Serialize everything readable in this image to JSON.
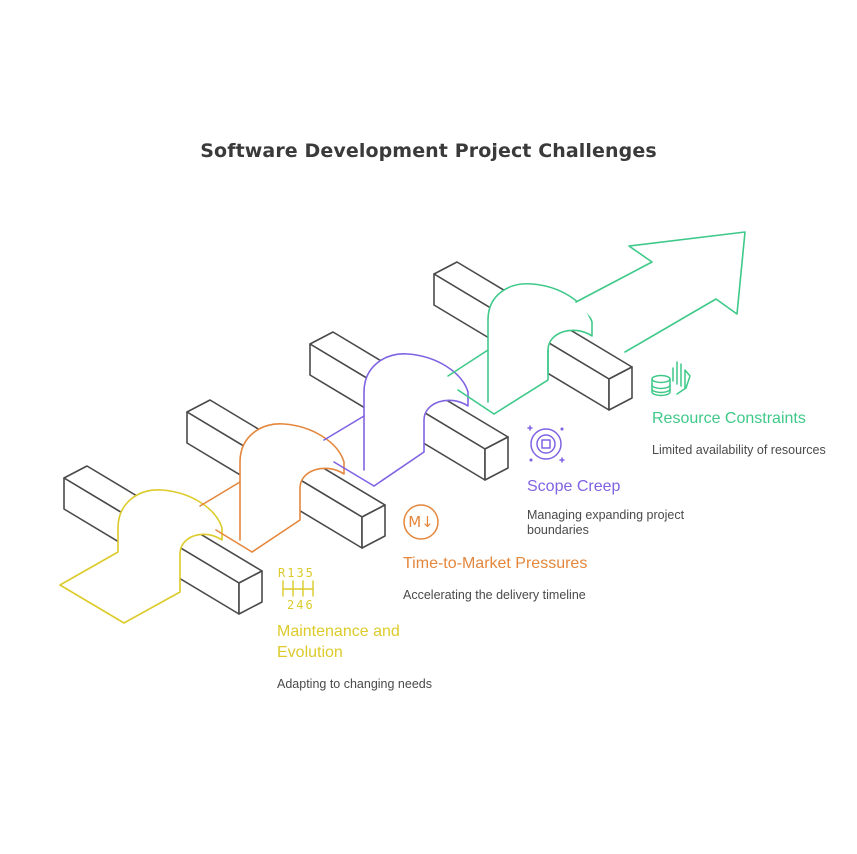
{
  "title": "Software Development Project Challenges",
  "colors": {
    "green": "#3fc989",
    "purple": "#8063e3",
    "orange": "#e4873d",
    "yellow": "#dccb2a",
    "block_stroke": "#4a4a4a"
  },
  "steps": [
    {
      "id": "resource",
      "title": "Resource Constraints",
      "description": "Limited availability of resources",
      "icon": "coins-hand-icon",
      "color": "#3fc989"
    },
    {
      "id": "scope",
      "title": "Scope Creep",
      "description": "Managing expanding project boundaries",
      "icon": "target-icon",
      "color": "#8063e3"
    },
    {
      "id": "market",
      "title": "Time-to-Market Pressures",
      "description": "Accelerating the delivery timeline",
      "icon": "m-down-arrow-icon",
      "color": "#e4873d"
    },
    {
      "id": "maintenance",
      "title": "Maintenance and Evolution",
      "description": "Adapting to changing needs",
      "icon": "gear-shift-icon",
      "color": "#dccb2a"
    }
  ],
  "gear_icon_text": {
    "top": "R135",
    "bottom": "246"
  },
  "target_icon_text": "M↓"
}
